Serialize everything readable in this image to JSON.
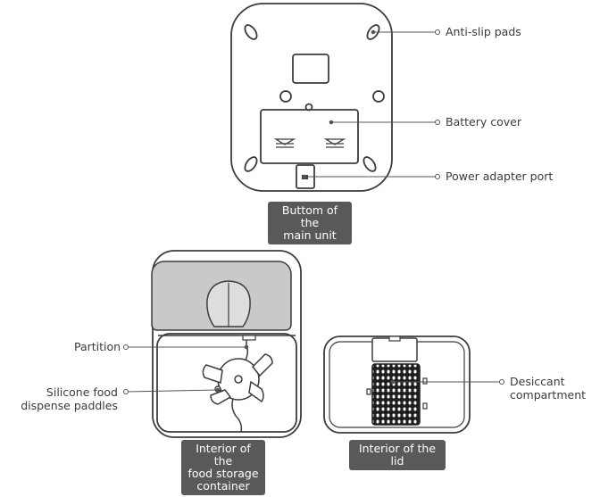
{
  "callouts": {
    "anti_slip_pads": "Anti-slip pads",
    "battery_cover": "Battery cover",
    "power_adapter_port": "Power adapter port",
    "partition": "Partition",
    "silicone_paddles_line1": "Silicone food",
    "silicone_paddles_line2": "dispense paddles",
    "desiccant_line1": "Desiccant",
    "desiccant_line2": "compartment"
  },
  "captions": {
    "bottom_line1": "Buttom of the",
    "bottom_line2": "main unit",
    "container_line1": "Interior of the",
    "container_line2": "food storage",
    "container_line3": "container",
    "lid": "Interior of the lid"
  },
  "colors": {
    "outline": "#3c3c3c",
    "caption_bg": "#595959",
    "lid_gray": "#c9c9c9",
    "mesh": "#1e1e1e"
  }
}
